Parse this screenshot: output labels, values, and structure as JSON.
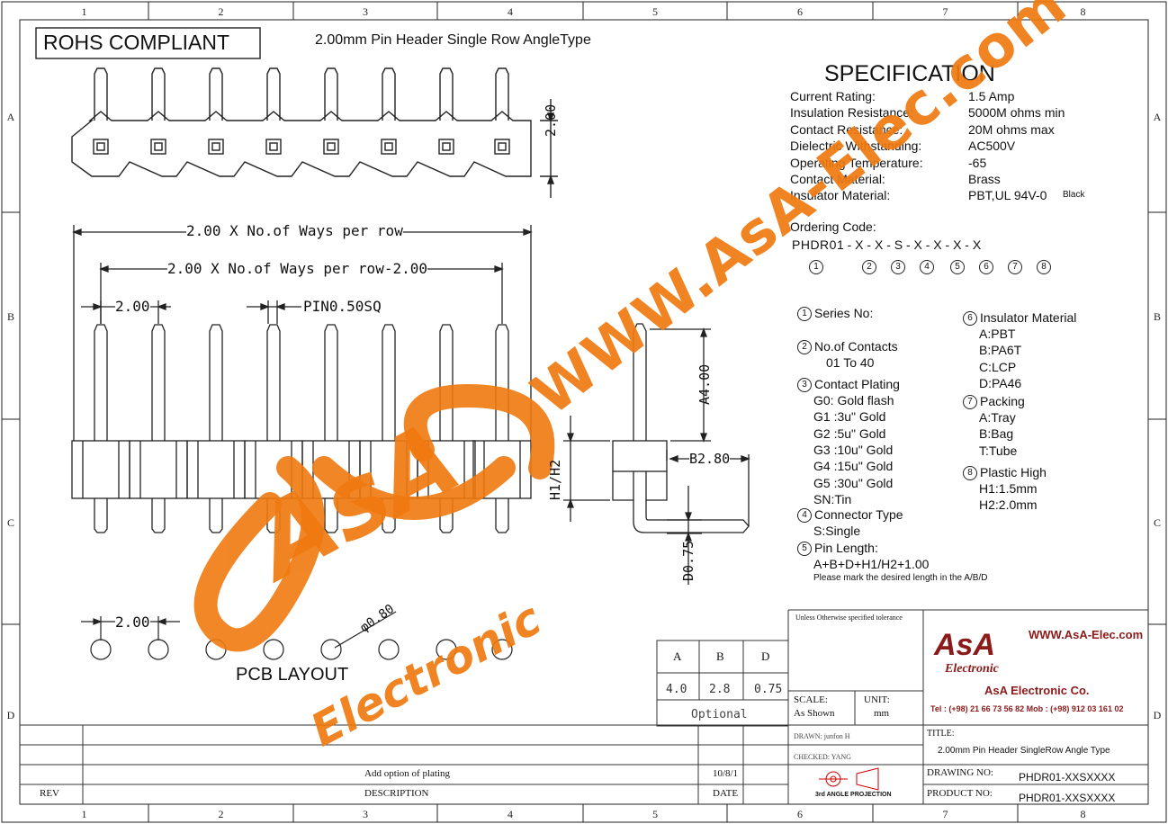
{
  "border": {
    "columns": [
      "1",
      "2",
      "3",
      "4",
      "5",
      "6",
      "7",
      "8"
    ],
    "rows": [
      "A",
      "B",
      "C",
      "D"
    ]
  },
  "header": {
    "rohs": "ROHS COMPLIANT",
    "title": "2.00mm Pin Header Single Row AngleType"
  },
  "dimensions": {
    "height_2_00": "2.00",
    "ways_per_row": "2.00 X No.of Ways per row",
    "ways_per_row_minus": "2.00 X No.of Ways per row-2.00",
    "pitch": "2.00",
    "pin_size": "PIN0.50SQ",
    "a_dim": "A4.00",
    "h_dim": "H1/H2",
    "b_dim": "B2.80",
    "d_dim": "D0.75",
    "pcb_pitch": "2.00",
    "hole_dia": "φ0.80",
    "pcb_label": "PCB  LAYOUT"
  },
  "spec": {
    "heading": "SPECIFICATION",
    "rows": [
      {
        "label": "Current Rating:",
        "value": "1.5 Amp"
      },
      {
        "label": "Insulation Resistance:",
        "value": "5000M ohms min"
      },
      {
        "label": "Contact Resistance:",
        "value": "20M ohms max"
      },
      {
        "label": "Dielectric Withstanding:",
        "value": "AC500V"
      },
      {
        "label": "Operating Temperature:",
        "value": "-65"
      },
      {
        "label": "Contact Material:",
        "value": "Brass"
      },
      {
        "label": "Insulator Material:",
        "value": "PBT,UL 94V-0"
      }
    ],
    "insulator_color": "Black"
  },
  "ordering": {
    "label": "Ordering Code:",
    "code": "PHDR01 - X - X - S - X - X - X - X",
    "nums": [
      "1",
      "2",
      "3",
      "4",
      "5",
      "6",
      "7",
      "8"
    ]
  },
  "options": {
    "left": [
      {
        "num": "1",
        "title": "Series No:",
        "items": []
      },
      {
        "num": "2",
        "title": "No.of Contacts",
        "items": [
          "01 To 40"
        ]
      },
      {
        "num": "3",
        "title": "Contact Plating",
        "items": [
          "G0: Gold flash",
          "G1  :3u\" Gold",
          "G2  :5u\" Gold",
          "G3  :10u\" Gold",
          "G4  :15u\" Gold",
          "G5  :30u\" Gold",
          "SN:Tin"
        ]
      },
      {
        "num": "4",
        "title": "Connector Type",
        "items": [
          "S:Single"
        ]
      },
      {
        "num": "5",
        "title": "Pin Length:",
        "items": [
          "A+B+D+H1/H2+1.00"
        ]
      }
    ],
    "pin_note": "Please mark the desired length in the A/B/D",
    "right": [
      {
        "num": "6",
        "title": "Insulator Material",
        "items": [
          "A:PBT",
          "B:PA6T",
          "C:LCP",
          "D:PA46"
        ]
      },
      {
        "num": "7",
        "title": "Packing",
        "items": [
          "A:Tray",
          "B:Bag",
          "T:Tube"
        ]
      },
      {
        "num": "8",
        "title": "Plastic High",
        "items": [
          "H1:1.5mm",
          "H2:2.0mm"
        ]
      }
    ]
  },
  "abd_table": {
    "headers": [
      "A",
      "B",
      "D"
    ],
    "values": [
      "4.0",
      "2.8",
      "0.75"
    ],
    "footer": "Optional"
  },
  "title_block": {
    "tolerance": "Unless Otherwise specified tolerance",
    "scale_label": "SCALE:",
    "scale_value": "As Shown",
    "unit_label": "UNIT:",
    "unit_value": "mm",
    "drawn": "DRAWN:  junfon H",
    "checked": "CHECKED:  YANG",
    "projection": "3rd  ANGLE  PROJECTION",
    "title_label": "TITLE:",
    "title_value": "2.00mm Pin Header  SingleRow Angle Type",
    "drawing_no_label": "DRAWING NO:",
    "drawing_no_value": "PHDR01-XXSXXXX",
    "product_no_label": "PRODUCT NO:",
    "product_no_value": "PHDR01-XXSXXXX",
    "company_url": "WWW.AsA-Elec.com",
    "company_name": "AsA Electronic Co.",
    "company_logo_text": "AsA",
    "company_logo_sub": "Electronic",
    "company_tel": "Tel : (+98) 21 66 73 56 82 Mob : (+98) 912 03 161 02"
  },
  "revision": {
    "rev_label": "REV",
    "desc_label": "DESCRIPTION",
    "date_label": "DATE",
    "desc_value": "Add option of plating",
    "date_value": "10/8/1"
  },
  "watermark": {
    "url": "WWW.AsA-Elec.com",
    "logo": "AsA",
    "sub": "Electronic",
    "color": "#f07a10"
  }
}
